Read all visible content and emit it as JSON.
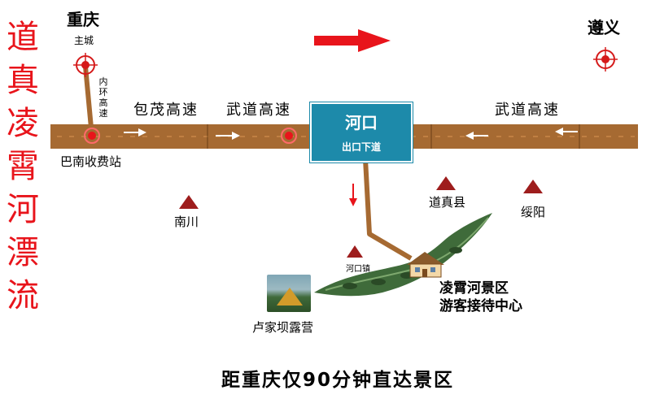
{
  "title_vertical": [
    "道",
    "真",
    "凌",
    "霄",
    "河",
    "漂",
    "流"
  ],
  "cities": {
    "chongqing": {
      "name": "重庆",
      "sub": "主城"
    },
    "zunyi": {
      "name": "遵义"
    }
  },
  "ring_road_vertical": [
    "内",
    "环",
    "高",
    "速"
  ],
  "highways": {
    "baomao": "包茂高速",
    "wudao_left": "武道高速",
    "wudao_right": "武道高速"
  },
  "exit": {
    "name": "河口",
    "sub": "出口下道"
  },
  "places": {
    "toll": "巴南收费站",
    "nanchuan": "南川",
    "daozhen": "道真县",
    "suiyang": "绥阳",
    "hekou_town": "河口镇",
    "camp": "卢家坝露营",
    "visitor_center": [
      "凌霄河景区",
      "游客接待中心"
    ]
  },
  "tagline": "距重庆仅90分钟直达景区",
  "colors": {
    "title_red": "#e8141b",
    "road_brown": "#a66a32",
    "exit_blue": "#1d8aaa",
    "mountain_red": "#9e1d1d",
    "river_green": "#3f6b3a"
  },
  "icons": [
    "target-marker-icon",
    "mountain-marker-icon",
    "right-arrow-icon",
    "left-arrow-icon",
    "down-arrow-icon",
    "building-icon",
    "tent-photo"
  ]
}
